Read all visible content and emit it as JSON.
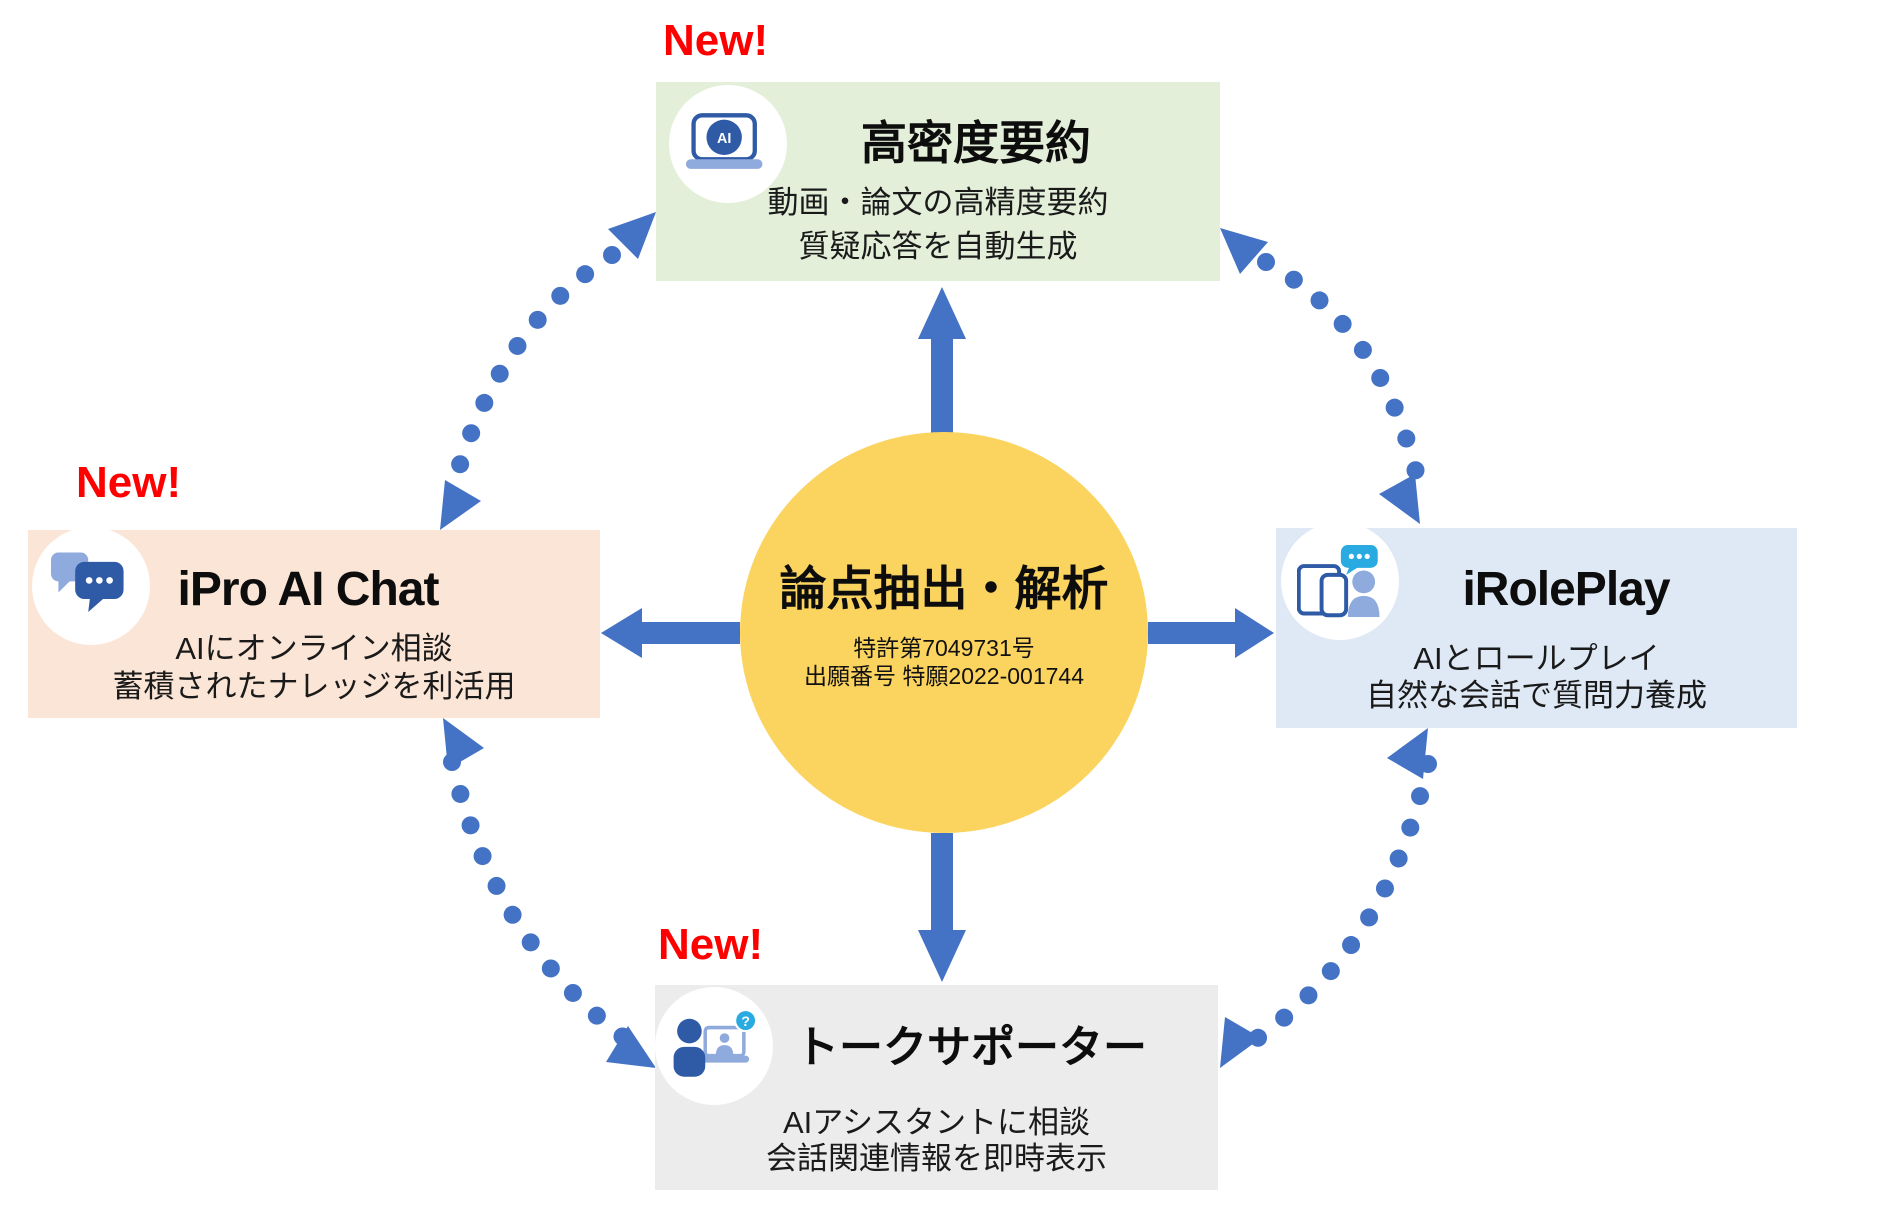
{
  "colors": {
    "arrow-blue": "#4472C4",
    "center-yellow": "#FBD45F",
    "box-green": "#E3EFD9",
    "box-peach": "#FBE5D6",
    "box-blue": "#DEE9F5",
    "box-gray": "#ECECEC",
    "new-red": "#FF0000",
    "icon-dark": "#2E5AA6",
    "icon-light": "#8FAADC",
    "icon-cyan": "#29ABE2"
  },
  "center": {
    "title": "論点抽出・解析",
    "patent_line1": "特許第7049731号",
    "patent_line2": "出願番号 特願2022-001744"
  },
  "new_badge": "New!",
  "boxes": {
    "top": {
      "title": "高密度要約",
      "desc1": "動画・論文の高精度要約",
      "desc2": "質疑応答を自動生成"
    },
    "left": {
      "title": "iPro AI Chat",
      "desc1": "AIにオンライン相談",
      "desc2": "蓄積されたナレッジを利活用"
    },
    "right": {
      "title": "iRolePlay",
      "desc1": "AIとロールプレイ",
      "desc2": "自然な会話で質問力養成"
    },
    "bottom": {
      "title": "トークサポーター",
      "desc1": "AIアシスタントに相談",
      "desc2": "会話関連情報を即時表示"
    }
  },
  "icons": {
    "top": "ai-laptop-icon",
    "left": "chat-bubbles-icon",
    "right": "device-person-icon",
    "bottom": "person-laptop-question-icon",
    "ai_label": "AI",
    "question_label": "?"
  }
}
